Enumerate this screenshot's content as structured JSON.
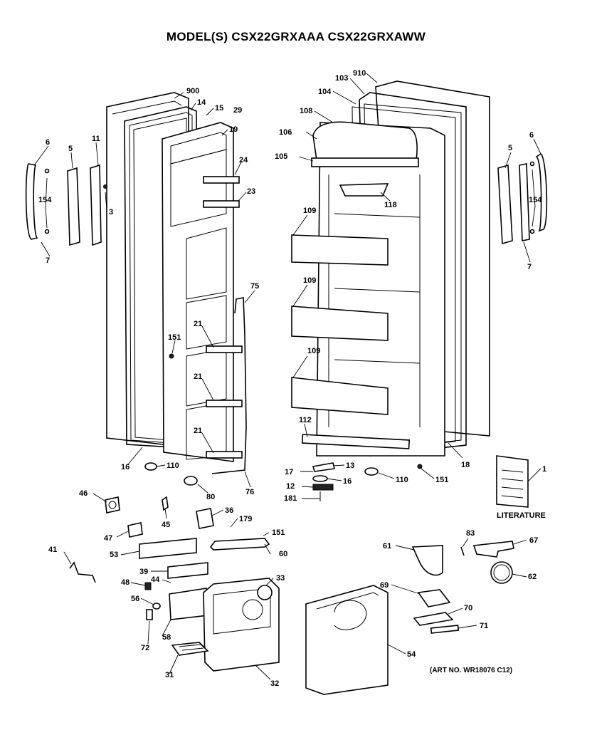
{
  "title": "MODEL(S) CSX22GRXAAA  CSX22GRXAWW",
  "literature_label": "LITERATURE",
  "art_number": "(ART NO. WR18076 C12)",
  "callouts": {
    "c900": "900",
    "c14": "14",
    "c15": "15",
    "c29": "29",
    "c19": "19",
    "c24": "24",
    "c23": "23",
    "c6_left": "6",
    "c5_left": "5",
    "c11": "11",
    "c154_left": "154",
    "c3": "3",
    "c7_left": "7",
    "c75": "75",
    "c151_left": "151",
    "c21_a": "21",
    "c21_b": "21",
    "c21_c": "21",
    "c16_left": "16",
    "c110_left": "110",
    "c80": "80",
    "c76": "76",
    "c910": "910",
    "c103": "103",
    "c104": "104",
    "c108": "108",
    "c106": "106",
    "c105": "105",
    "c118": "118",
    "c109_a": "109",
    "c109_b": "109",
    "c109_c": "109",
    "c112": "112",
    "c18": "18",
    "c6_right": "6",
    "c5_right": "5",
    "c154_right": "154",
    "c7_right": "7",
    "c13": "13",
    "c17": "17",
    "c16_mid": "16",
    "c12": "12",
    "c181": "181",
    "c110_right": "110",
    "c151_right": "151",
    "c1": "1",
    "c46": "46",
    "c45": "45",
    "c36": "36",
    "c179": "179",
    "c47": "47",
    "c151_low": "151",
    "c41": "41",
    "c53": "53",
    "c60": "60",
    "c39": "39",
    "c44": "44",
    "c48": "48",
    "c33": "33",
    "c56": "56",
    "c58": "58",
    "c72": "72",
    "c31": "31",
    "c32": "32",
    "c61": "61",
    "c83": "83",
    "c67": "67",
    "c62": "62",
    "c69": "69",
    "c70": "70",
    "c71": "71",
    "c54": "54"
  }
}
